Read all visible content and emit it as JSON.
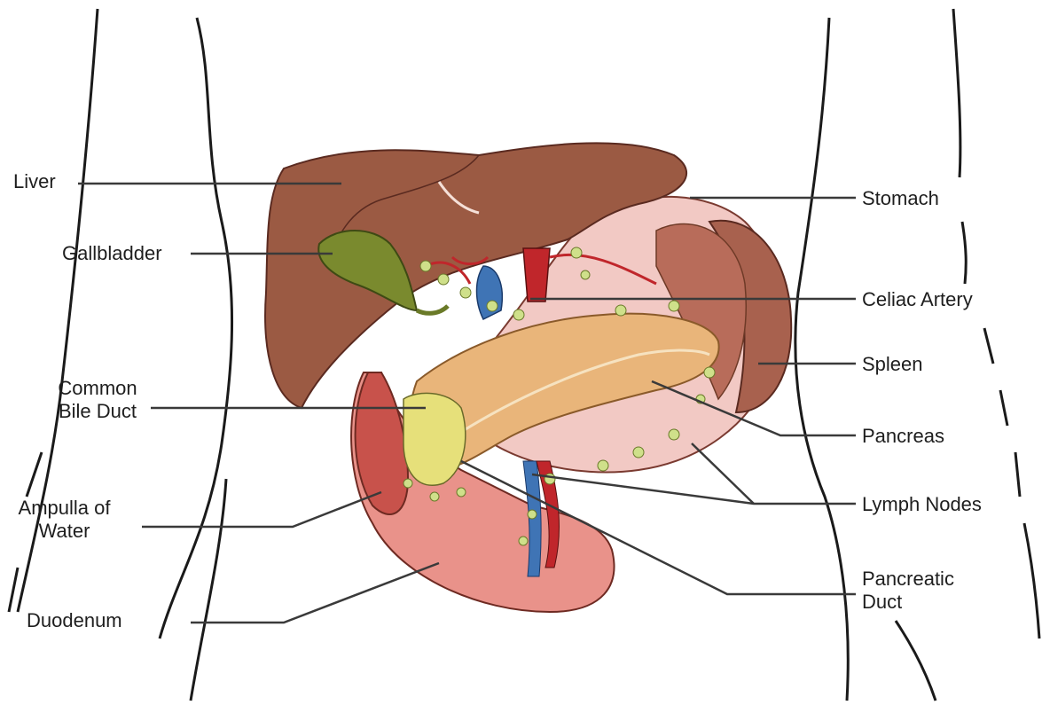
{
  "labels": {
    "liver": "Liver",
    "gallbladder": "Gallbladder",
    "common_bile_duct": [
      "Common",
      "Bile Duct"
    ],
    "ampulla": [
      "Ampulla of",
      "Water"
    ],
    "duodenum": "Duodenum",
    "stomach": "Stomach",
    "celiac_artery": "Celiac Artery",
    "spleen": "Spleen",
    "pancreas": "Pancreas",
    "lymph_nodes": "Lymph Nodes",
    "pancreatic_duct": [
      "Pancreatic",
      "Duct"
    ]
  },
  "colors": {
    "liver": "#9b5a43",
    "liver_dark": "#6e3a27",
    "gallbladder": "#7a8a2e",
    "stomach": "#f2c9c4",
    "spleen": "#a8614e",
    "pancreas": "#e9b57a",
    "duodenum": "#e9928a",
    "artery": "#c0262b",
    "vein": "#3f74b5",
    "lymph": "#cfe08a",
    "duct_yellow": "#e6e07a"
  }
}
